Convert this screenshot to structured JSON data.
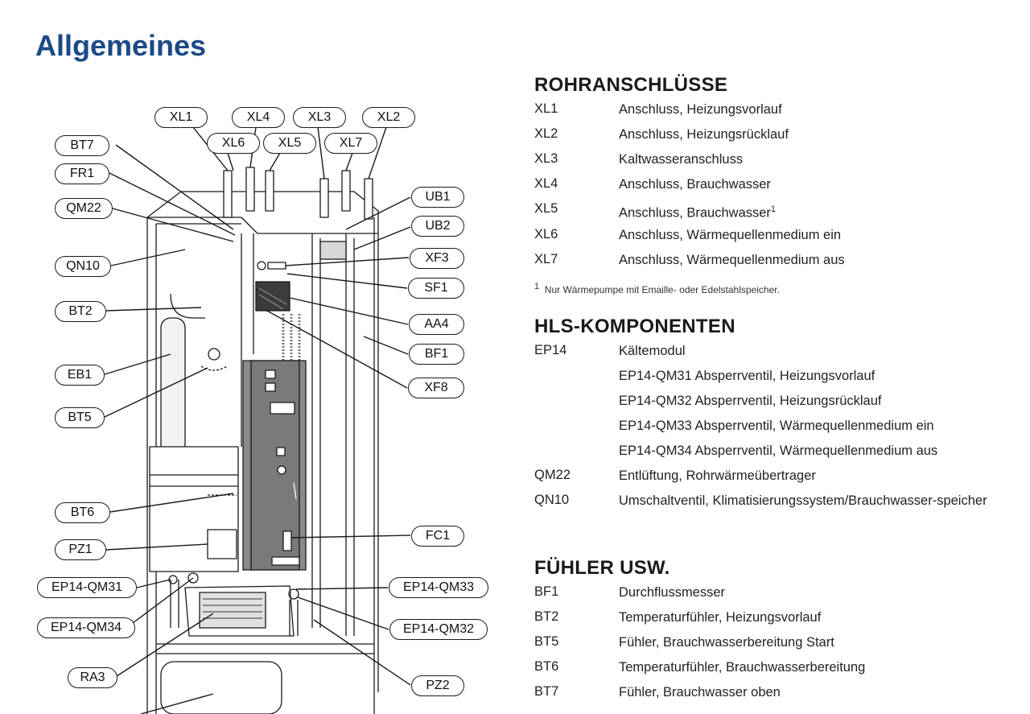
{
  "title": "Allgemeines",
  "diagram": {
    "labels": {
      "xl1": "XL1",
      "xl4": "XL4",
      "xl3": "XL3",
      "xl2": "XL2",
      "xl6": "XL6",
      "xl5": "XL5",
      "xl7": "XL7",
      "bt7": "BT7",
      "fr1": "FR1",
      "qm22": "QM22",
      "qn10": "QN10",
      "bt2": "BT2",
      "eb1": "EB1",
      "bt5": "BT5",
      "bt6": "BT6",
      "pz1": "PZ1",
      "ep14_qm31": "EP14-QM31",
      "ep14_qm34": "EP14-QM34",
      "ra3": "RA3",
      "ub1": "UB1",
      "ub2": "UB2",
      "xf3": "XF3",
      "sf1": "SF1",
      "aa4": "AA4",
      "bf1": "BF1",
      "xf8": "XF8",
      "fc1": "FC1",
      "ep14_qm33": "EP14-QM33",
      "ep14_qm32": "EP14-QM32",
      "pz2": "PZ2"
    },
    "colors": {
      "line": "#1a1a1a",
      "panel": "#808080",
      "panel_dark": "#5e5e5e",
      "light": "#e8e8e8"
    }
  },
  "sections": {
    "rohr": {
      "title": "ROHRANSCHLÜSSE",
      "rows": [
        {
          "code": "XL1",
          "desc": "Anschluss, Heizungsvorlauf"
        },
        {
          "code": "XL2",
          "desc": "Anschluss, Heizungsrücklauf"
        },
        {
          "code": "XL3",
          "desc": "Kaltwasseranschluss"
        },
        {
          "code": "XL4",
          "desc": "Anschluss, Brauchwasser"
        },
        {
          "code": "XL5",
          "desc": "Anschluss, Brauchwasser",
          "sup": "1"
        },
        {
          "code": "XL6",
          "desc": "Anschluss, Wärmequellenmedium ein"
        },
        {
          "code": "XL7",
          "desc": "Anschluss, Wärmequellenmedium aus"
        }
      ],
      "footnote_mark": "1",
      "footnote": "Nur Wärmepumpe mit Emaille- oder Edelstahlspeicher."
    },
    "hls": {
      "title": "HLS-KOMPONENTEN",
      "rows": [
        {
          "code": "EP14",
          "desc": "Kältemodul"
        },
        {
          "code": "",
          "desc": "EP14-QM31 Absperrventil, Heizungsvorlauf"
        },
        {
          "code": "",
          "desc": "EP14-QM32 Absperrventil, Heizungsrücklauf"
        },
        {
          "code": "",
          "desc": "EP14-QM33 Absperrventil, Wärmequellenmedium ein"
        },
        {
          "code": "",
          "desc": "EP14-QM34 Absperrventil, Wärmequellenmedium aus"
        },
        {
          "code": "QM22",
          "desc": "Entlüftung, Rohrwärmeübertrager"
        },
        {
          "code": "QN10",
          "desc": "Umschaltventil, Klimatisierungssystem/Brauchwasser-speicher"
        }
      ]
    },
    "fuehler": {
      "title": "FÜHLER USW.",
      "rows": [
        {
          "code": "BF1",
          "desc": "Durchflussmesser"
        },
        {
          "code": "BT2",
          "desc": "Temperaturfühler, Heizungsvorlauf"
        },
        {
          "code": "BT5",
          "desc": "Fühler, Brauchwasserbereitung Start"
        },
        {
          "code": "BT6",
          "desc": "Temperaturfühler, Brauchwasserbereitung"
        },
        {
          "code": "BT7",
          "desc": "Fühler, Brauchwasser oben"
        }
      ]
    }
  }
}
